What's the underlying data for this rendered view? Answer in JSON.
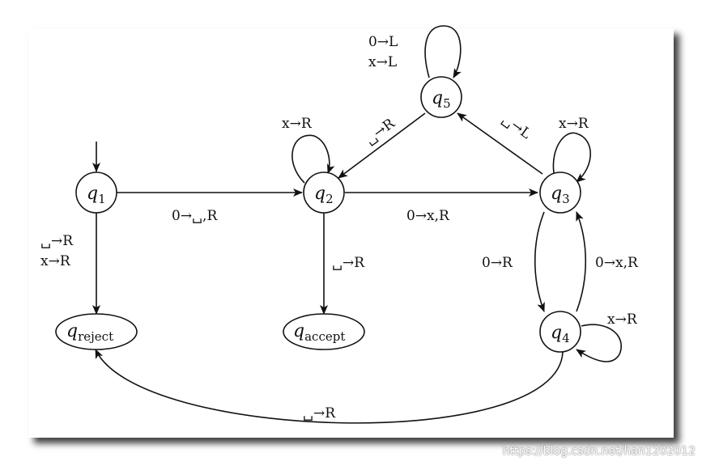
{
  "states": [
    {
      "id": "q1",
      "name": "q",
      "sub": "1"
    },
    {
      "id": "q2",
      "name": "q",
      "sub": "2"
    },
    {
      "id": "q3",
      "name": "q",
      "sub": "3"
    },
    {
      "id": "q4",
      "name": "q",
      "sub": "4"
    },
    {
      "id": "q5",
      "name": "q",
      "sub": "5"
    },
    {
      "id": "qreject",
      "name": "q",
      "sub": "reject"
    },
    {
      "id": "qaccept",
      "name": "q",
      "sub": "accept"
    }
  ],
  "transitions": {
    "q1_q2": "0→␣,R",
    "q2_q3": "0→x,R",
    "q2_self": "x→R",
    "q2_accept": "␣→R",
    "q1_reject": [
      "␣→R",
      "x→R"
    ],
    "q3_self": "x→R",
    "q3_q4": "0→R",
    "q4_q3": "0→x,R",
    "q4_self": "x→R",
    "q3_q5": "␣→L",
    "q5_q2": "␣→R",
    "q5_self": [
      "0→L",
      "x→L"
    ],
    "q4_reject": "␣→R"
  },
  "watermark": "https://blog.csdn.net/han1202012"
}
